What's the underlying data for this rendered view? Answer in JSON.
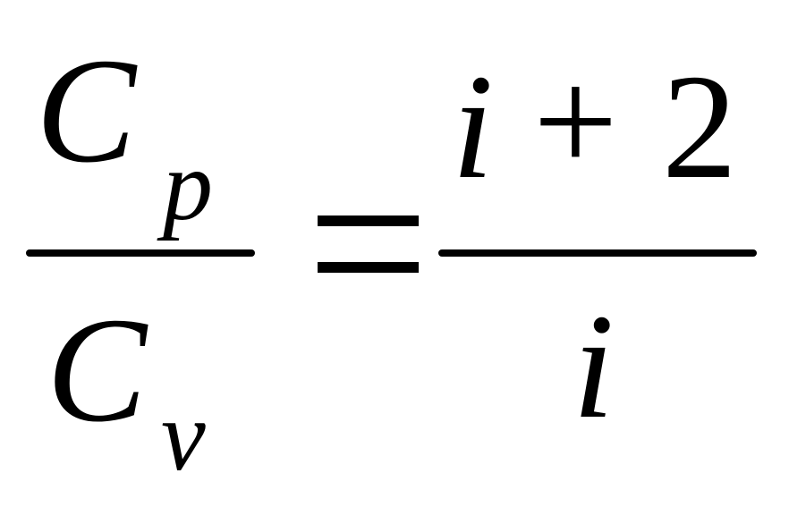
{
  "formula": {
    "lhs": {
      "numerator": {
        "symbol": "C",
        "subscript": "p"
      },
      "denominator": {
        "symbol": "C",
        "subscript": "v"
      }
    },
    "relation": "=",
    "rhs": {
      "numerator": {
        "var": "i",
        "op": "+",
        "const": "2"
      },
      "denominator": {
        "var": "i"
      }
    }
  },
  "colors": {
    "ink": "#000000",
    "background": "#ffffff"
  }
}
